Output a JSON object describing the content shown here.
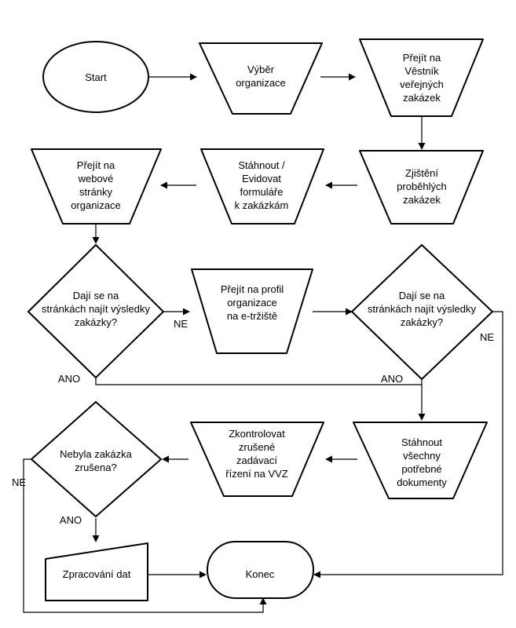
{
  "nodes": {
    "start": "Start",
    "vyber": [
      "Výběr",
      "organizace"
    ],
    "vestnik": [
      "Přejít na",
      "Věstník",
      "veřejných",
      "zakázek"
    ],
    "zjisteni": [
      "Zjištění",
      "proběhlých",
      "zakázek"
    ],
    "stahnout_evidovat": [
      "Stáhnout /",
      "Evidovat",
      "formuláře",
      "k zakázkám"
    ],
    "webove": [
      "Přejít na",
      "webové",
      "stránky",
      "organizace"
    ],
    "dotaz1": [
      "Dají se na",
      "stránkách najít výsledky",
      "zakázky?"
    ],
    "profil": [
      "Přejít na profil",
      "organizace",
      "na e-tržiště"
    ],
    "dotaz2": [
      "Dají se na",
      "stránkách najít výsledky",
      "zakázky?"
    ],
    "stahnout_vse": [
      "Stáhnout",
      "všechny",
      "potřebné",
      "dokumenty"
    ],
    "zkontrolovat": [
      "Zkontrolovat",
      "zrušené",
      "zadávací",
      "řízení na VVZ"
    ],
    "dotaz3": [
      "Nebyla zakázka",
      "zrušena?"
    ],
    "zpracovani": "Zpracování dat",
    "konec": "Konec"
  },
  "edge_labels": {
    "d1_ne": "NE",
    "d1_ano": "ANO",
    "d2_ne": "NE",
    "d2_ano": "ANO",
    "d3_ne": "NE",
    "d3_ano": "ANO"
  }
}
